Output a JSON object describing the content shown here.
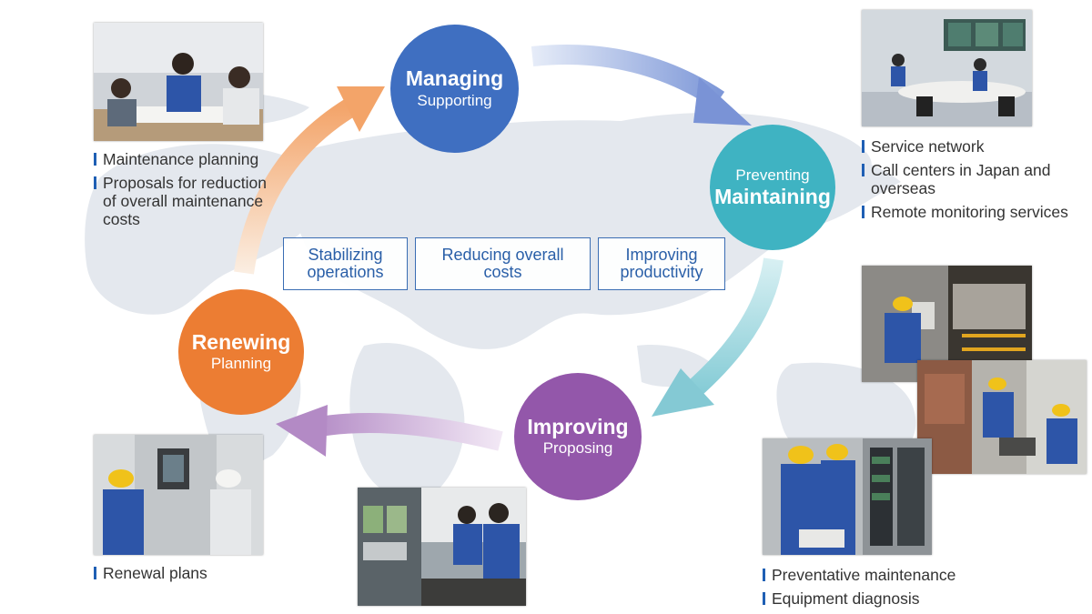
{
  "cycle": {
    "managing": {
      "main": "Managing",
      "sub": "Supporting",
      "color": "#3f6fc1"
    },
    "maintaining": {
      "main": "Maintaining",
      "sub": "Preventing",
      "color": "#3fb3c2"
    },
    "improving": {
      "main": "Improving",
      "sub": "Proposing",
      "color": "#9357aa"
    },
    "renewing": {
      "main": "Renewing",
      "sub": "Planning",
      "color": "#ec7d33"
    }
  },
  "goals": [
    "Stabilizing operations",
    "Reducing overall costs",
    "Improving productivity"
  ],
  "lists": {
    "renewing_top": [
      "Maintenance planning",
      "Proposals for reduction of overall maintenance costs"
    ],
    "maintaining": [
      "Service network",
      "Call centers in Japan and overseas",
      "Remote monitoring services"
    ],
    "renewing_bottom": [
      "Renewal plans"
    ],
    "improving_right": [
      "Preventative maintenance",
      "Equipment diagnosis"
    ]
  },
  "photos": [
    "meeting-photo",
    "control-room-photo",
    "field-inspection-photo",
    "panel-inspection-photo",
    "renewal-photo",
    "equipment-panel-photo",
    "diagnosis-photo"
  ]
}
